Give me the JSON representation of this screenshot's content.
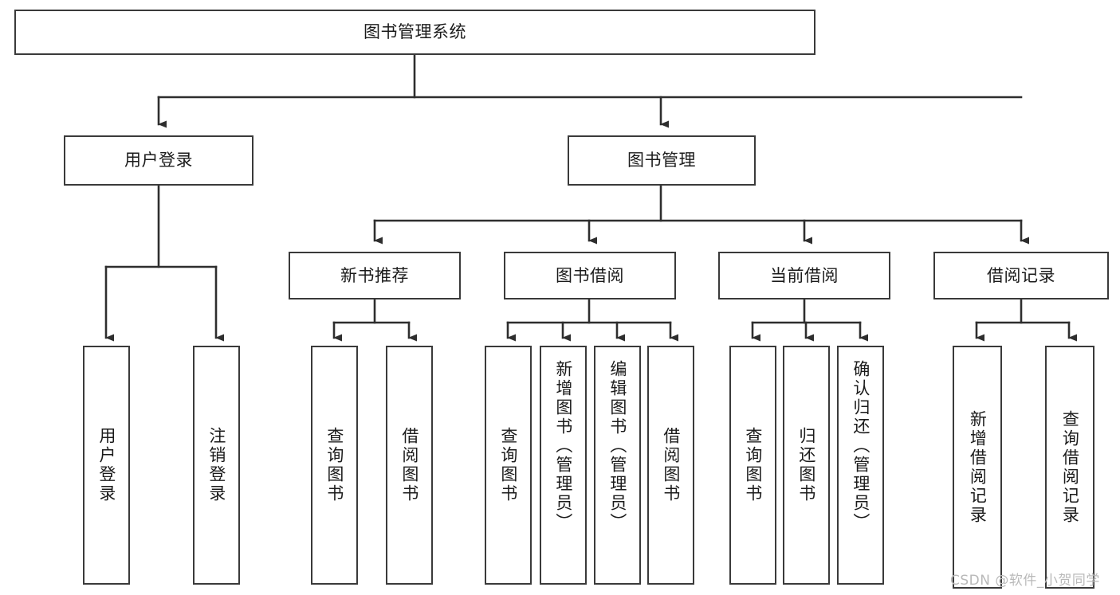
{
  "diagram": {
    "type": "tree-hierarchy-chart",
    "title": "图书管理系统",
    "colors": {
      "box_border": "#3a3a3a",
      "box_fill": "#ffffff",
      "edge": "#2e2e2e",
      "text": "#1b1b1b",
      "watermark": "#b9b9b9",
      "background": "#ffffff"
    },
    "root": {
      "label": "图书管理系统"
    },
    "level2": [
      {
        "label": "用户登录"
      },
      {
        "label": "图书管理"
      }
    ],
    "level3": [
      {
        "label": "新书推荐"
      },
      {
        "label": "图书借阅"
      },
      {
        "label": "当前借阅"
      },
      {
        "label": "借阅记录"
      }
    ],
    "leaves": {
      "user_login": [
        {
          "label": "用户登录"
        },
        {
          "label": "注销登录"
        }
      ],
      "new_book_recommend": [
        {
          "label": "查询图书"
        },
        {
          "label": "借阅图书"
        }
      ],
      "book_borrow": [
        {
          "label": "查询图书"
        },
        {
          "label": "新增图书（管理员）"
        },
        {
          "label": "编辑图书（管理员）"
        },
        {
          "label": "借阅图书"
        }
      ],
      "current_borrow": [
        {
          "label": "查询图书"
        },
        {
          "label": "归还图书"
        },
        {
          "label": "确认归还（管理员）"
        }
      ],
      "borrow_record": [
        {
          "label": "新增借阅记录"
        },
        {
          "label": "查询借阅记录"
        }
      ]
    },
    "watermark": "CSDN @软件_小贺同学"
  }
}
